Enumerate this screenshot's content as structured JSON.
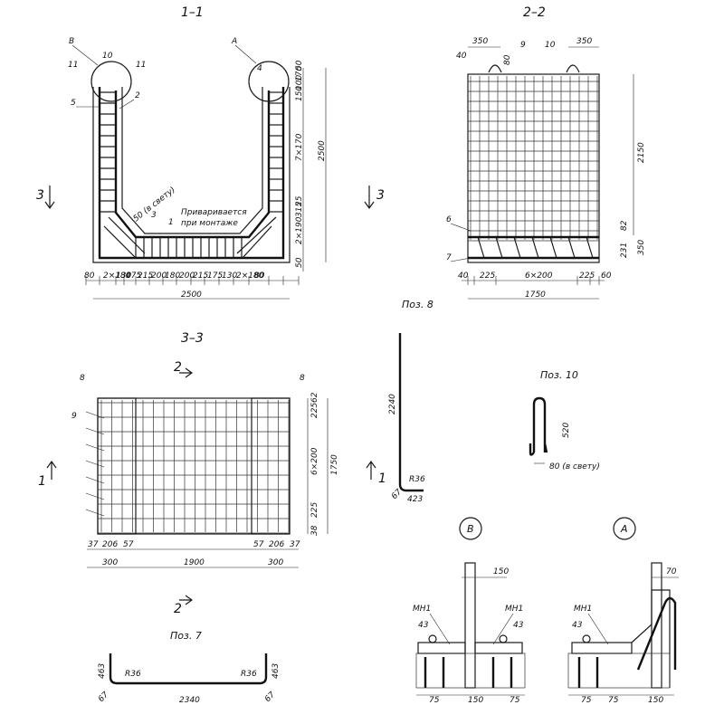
{
  "sections": {
    "s11": {
      "title": "1–1",
      "cut_left": "3",
      "cut_right": "3",
      "node_b": "В",
      "node_a": "А",
      "m11a": "11",
      "m10": "10",
      "m11b": "11",
      "m5": "5",
      "m2": "2",
      "m4": "4",
      "m3": "3",
      "m1": "1",
      "note1": "Приваривается",
      "note2": "при монтаже",
      "gap": "50 (в свету)",
      "bottom_dims": [
        "80",
        "2×180",
        "130",
        "175",
        "215",
        "200",
        "180",
        "200",
        "215",
        "175",
        "130",
        "2×180",
        "80"
      ],
      "total": "2500",
      "right_dims": [
        "50",
        "170",
        "100",
        "150",
        "7×170",
        "2500",
        "25",
        "315",
        "2×190",
        "50"
      ]
    },
    "s22": {
      "title": "2–2",
      "d350a": "350",
      "m9": "9",
      "m10": "10",
      "d350b": "350",
      "d40a": "40",
      "d80": "80",
      "d2150": "2150",
      "m6": "6",
      "d82": "82",
      "d231": "231",
      "d350c": "350",
      "m7": "7",
      "bottom_dims": [
        "40",
        "225",
        "6×200",
        "225",
        "60"
      ],
      "total": "1750"
    },
    "s33": {
      "title": "3–3",
      "cut_top": "2",
      "cut_bottom": "2",
      "cut_left": "1",
      "cut_right": "1",
      "m8a": "8",
      "m8b": "8",
      "m9": "9",
      "right_dims": [
        "62",
        "225",
        "6×200",
        "225",
        "38"
      ],
      "total": "1750",
      "bottom_dims": [
        "37",
        "206",
        "57",
        "57",
        "206",
        "37"
      ],
      "bottom_dims2": [
        "300",
        "1900",
        "300"
      ]
    },
    "poz8": {
      "title": "Поз. 8",
      "h": "2240",
      "r": "R36",
      "w": "423",
      "a": "67"
    },
    "poz10": {
      "title": "Поз. 10",
      "h": "520",
      "w": "80 (в свету)"
    },
    "poz7": {
      "title": "Поз. 7",
      "h1": "463",
      "h2": "463",
      "r1": "R36",
      "r2": "R36",
      "w": "2340",
      "a1": "67",
      "a2": "67"
    },
    "nodeB": {
      "label": "В",
      "mn_l": "МН1",
      "mn_r": "МН1",
      "d43l": "43",
      "d43r": "43",
      "d150": "150",
      "dims": [
        "75",
        "150",
        "75"
      ]
    },
    "nodeA": {
      "label": "А",
      "mn": "МН1",
      "d43": "43",
      "d70": "70",
      "dims": [
        "75",
        "75",
        "150"
      ]
    }
  }
}
